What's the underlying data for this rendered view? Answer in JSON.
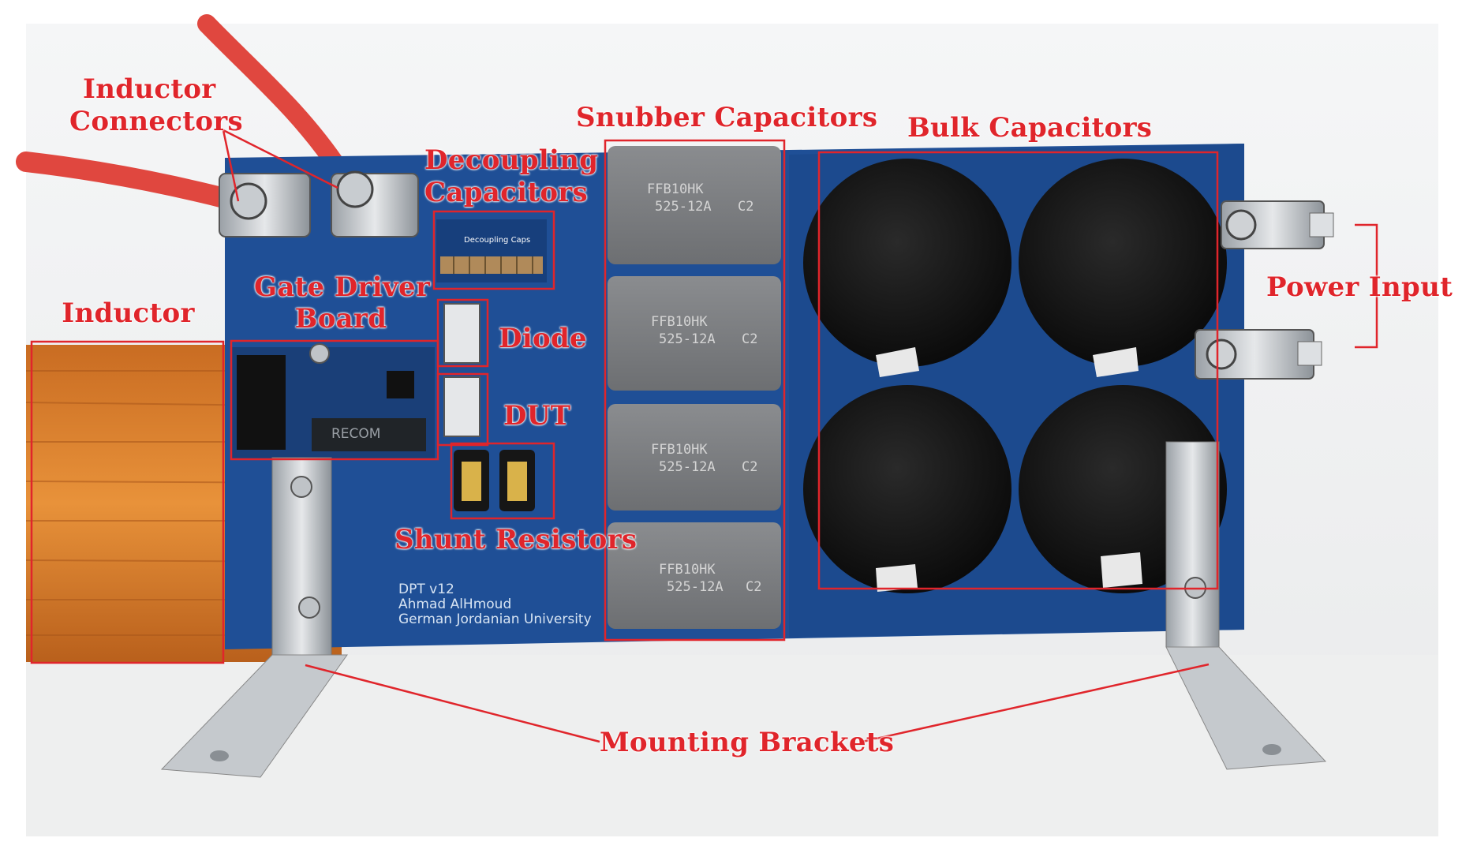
{
  "labels": {
    "inductor_connectors_line1": "Inductor",
    "inductor_connectors_line2": "Connectors",
    "decoupling_line1": "Decoupling",
    "decoupling_line2": "Capacitors",
    "snubber": "Snubber Capacitors",
    "bulk": "Bulk Capacitors",
    "gate_driver_line1": "Gate Driver",
    "gate_driver_line2": "Board",
    "inductor": "Inductor",
    "diode": "Diode",
    "dut": "DUT",
    "power_input": "Power Input",
    "shunt": "Shunt Resistors",
    "mounting": "Mounting Brackets"
  },
  "board_silkscreen": {
    "line1": "DPT v12",
    "line2": "Ahmad AlHmoud",
    "line3": "German Jordanian University",
    "decoupling_caption": "Decoupling Caps",
    "driver_brand": "RECOM"
  },
  "snubber_marking": {
    "line1": "FFB10HK",
    "line2": "525-12A",
    "code": "C2"
  },
  "colors": {
    "annotation_red": "#e0252b",
    "pcb_blue": "#1f4f96",
    "cable_red": "#e0473f",
    "snubber_grey": "#7d7f82"
  }
}
